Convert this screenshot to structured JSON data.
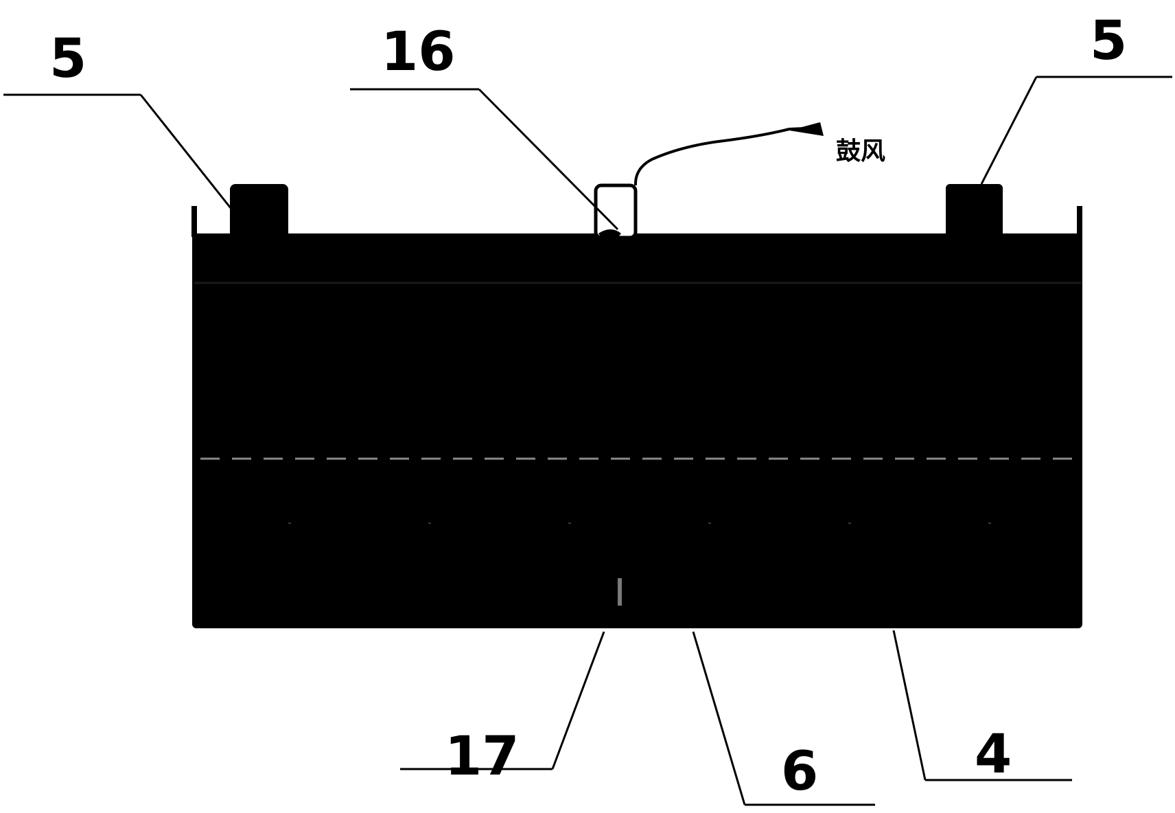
{
  "figure": {
    "labels": {
      "electrode_left": "5",
      "electrode_right": "5",
      "inlet_cap": "16",
      "bottom_port": "17",
      "divider": "6",
      "tank_body": "4"
    },
    "annotation": {
      "air_supply": "鼓风"
    },
    "colors": {
      "ink": "#000000",
      "paper": "#ffffff",
      "divider_line": "#8a8a8a"
    }
  }
}
